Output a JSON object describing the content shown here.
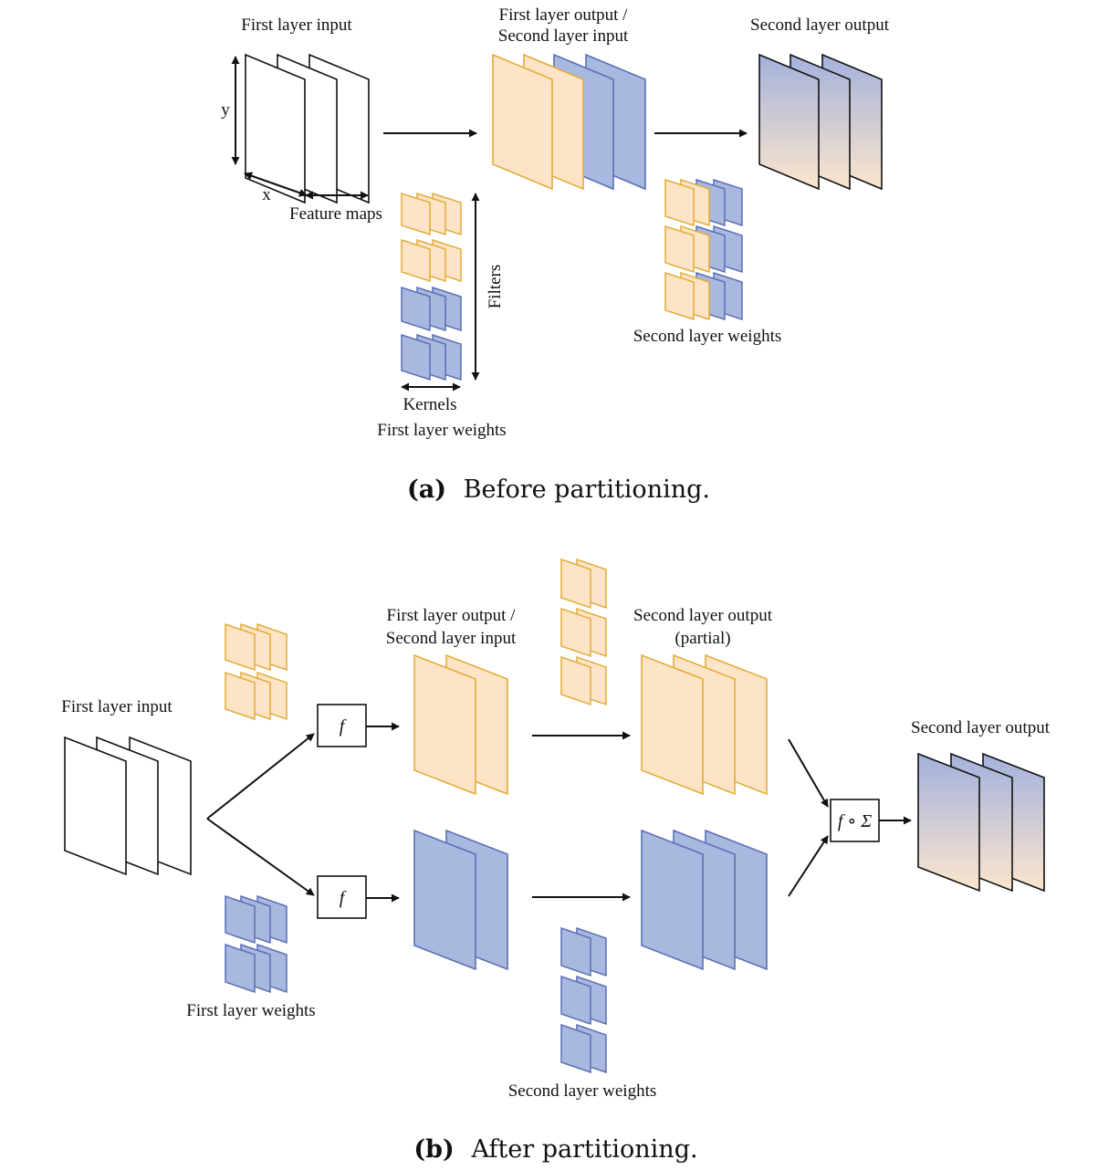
{
  "colors": {
    "orange_fill": "#fde4c6",
    "orange_stroke": "#e2ac3a",
    "blue_fill": "#a9b8df",
    "blue_stroke": "#5a6fb5",
    "gradient_top": "#a3b1dc",
    "gradient_bottom": "#fce6cd",
    "line": "#111111"
  },
  "panel_a": {
    "caption_tag": "(a)",
    "caption_text": "Before partitioning.",
    "input_label": "First layer input",
    "axis_y": "y",
    "axis_x": "x",
    "feature_maps_label": "Feature maps",
    "mid_label_line1": "First layer output /",
    "mid_label_line2": "Second layer input",
    "output_label": "Second layer output",
    "filters_label": "Filters",
    "kernels_label": "Kernels",
    "weights1_label": "First layer weights",
    "weights2_label": "Second layer weights"
  },
  "panel_b": {
    "caption_tag": "(b)",
    "caption_text": "After partitioning.",
    "input_label": "First layer input",
    "mid_label_line1": "First layer output /",
    "mid_label_line2": "Second layer input",
    "partial_label_line1": "Second layer output",
    "partial_label_line2": "(partial)",
    "output_label": "Second layer output",
    "weights1_label": "First layer weights",
    "weights2_label": "Second layer weights",
    "func_label": "f",
    "combine_label": "f ∘ Σ"
  }
}
